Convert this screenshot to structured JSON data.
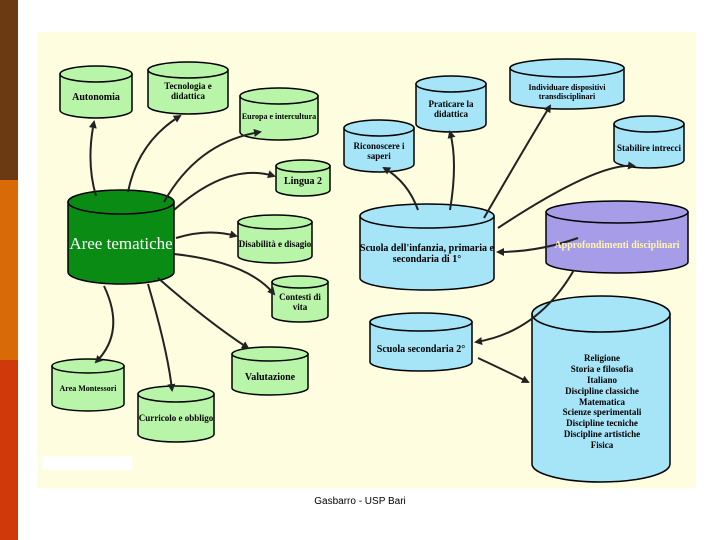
{
  "colors": {
    "side_top": "#6b3a12",
    "side_mid": "#d86a08",
    "side_bottom": "#d03a0a",
    "background": "#fffde0",
    "green_node": "#b9f5a8",
    "green_main": "#0a8c14",
    "blue_node": "#a6e4f7",
    "purple_node": "#a79ce8",
    "arrow": "#222222"
  },
  "nodes": {
    "autonomia": "Autonomia",
    "tecnologia": "Tecnologia e didattica",
    "europa": "Europa e intercultura",
    "lingua2": "Lingua 2",
    "aree_tematiche": "Aree tematiche",
    "disabilita": "Disabilità e disagio",
    "contesti": "Contesti di vita",
    "valutazione": "Valutazione",
    "area_montessori": "Area Montessori",
    "curricolo": "Curricolo e obbligo",
    "individuare": "Individuare dispositivi transdisciplinari",
    "praticare": "Praticare la didattica",
    "riconoscere": "Riconoscere i saperi",
    "stabilire": "Stabilire intrecci",
    "scuola_infanzia": "Scuola dell'infanzia, primaria e secondaria di 1°",
    "approfondimenti": "Approfondimenti disciplinari",
    "scuola_secondaria2": "Scuola secondaria 2°",
    "discipline": [
      "Religione",
      "Storia e filosofia",
      "Italiano",
      "Discipline classiche",
      "Matematica",
      "Scienze sperimentali",
      "Discipline tecniche",
      "Discipline artistiche",
      "Fisica"
    ]
  },
  "footer": "Gasbarro  -  USP Bari"
}
